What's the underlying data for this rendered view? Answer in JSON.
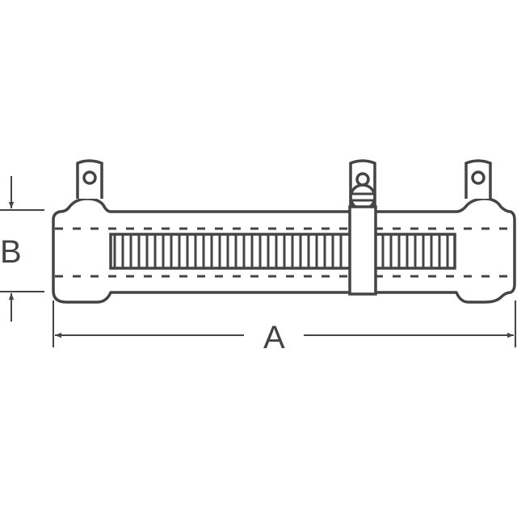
{
  "diagram": {
    "title": "Adjustable wirewound tube resistor outline",
    "stroke_color": "#444444",
    "background": "#ffffff",
    "dimensions": {
      "length_label": "A",
      "height_label": "B"
    },
    "parts": {
      "terminals": [
        "left-terminal",
        "slider-terminal",
        "right-terminal"
      ],
      "slider_band": "adjustable-slider-band",
      "winding": "resistance-winding"
    }
  }
}
